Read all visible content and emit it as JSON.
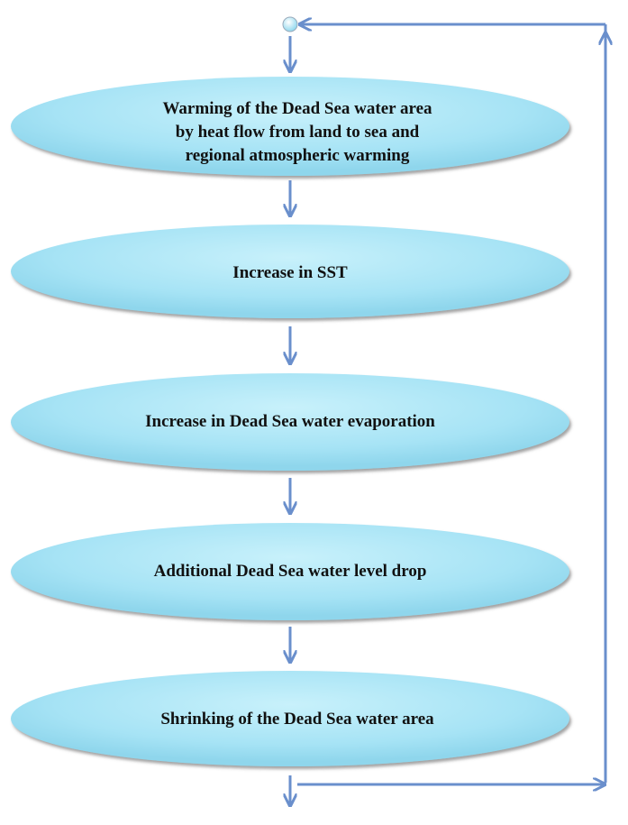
{
  "colors": {
    "ellipse_fill": "#a6e3f5",
    "ellipse_edge": "#7ccbe3",
    "arrow": "#6a8fcc"
  },
  "steps": [
    {
      "lines": [
        "Warming of the Dead Sea water area",
        "by heat flow from land to sea and",
        "regional atmospheric warming"
      ]
    },
    {
      "lines": [
        "Increase in SST"
      ]
    },
    {
      "lines": [
        "Increase in Dead Sea water evaporation"
      ]
    },
    {
      "lines": [
        "Additional Dead Sea water level drop"
      ]
    },
    {
      "lines": [
        "Shrinking of the Dead Sea water area"
      ]
    }
  ]
}
